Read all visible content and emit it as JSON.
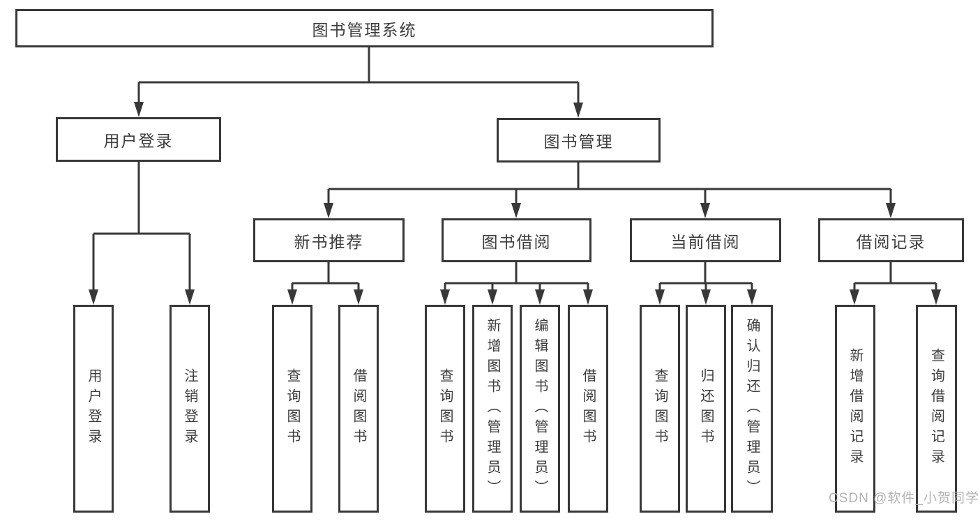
{
  "tree": {
    "label": "图书管理系统",
    "children": [
      {
        "label": "用户登录",
        "children": [
          {
            "label": "用户登录"
          },
          {
            "label": "注销登录"
          }
        ]
      },
      {
        "label": "图书管理",
        "children": [
          {
            "label": "新书推荐",
            "children": [
              {
                "label": "查询图书"
              },
              {
                "label": "借阅图书"
              }
            ]
          },
          {
            "label": "图书借阅",
            "children": [
              {
                "label": "查询图书"
              },
              {
                "label": "新增图书（管理员）"
              },
              {
                "label": "编辑图书（管理员）"
              },
              {
                "label": "借阅图书"
              }
            ]
          },
          {
            "label": "当前借阅",
            "children": [
              {
                "label": "查询图书"
              },
              {
                "label": "归还图书"
              },
              {
                "label": "确认归还（管理员）"
              }
            ]
          },
          {
            "label": "借阅记录",
            "children": [
              {
                "label": "新增借阅记录"
              },
              {
                "label": "查询借阅记录"
              }
            ]
          }
        ]
      }
    ]
  },
  "watermark": {
    "text": "CSDN @软件_小贺同学"
  },
  "colors": {
    "line": "#383838",
    "text": "#3d3d3d",
    "watermark": "#b4b2b2",
    "background": "#ffffff"
  }
}
